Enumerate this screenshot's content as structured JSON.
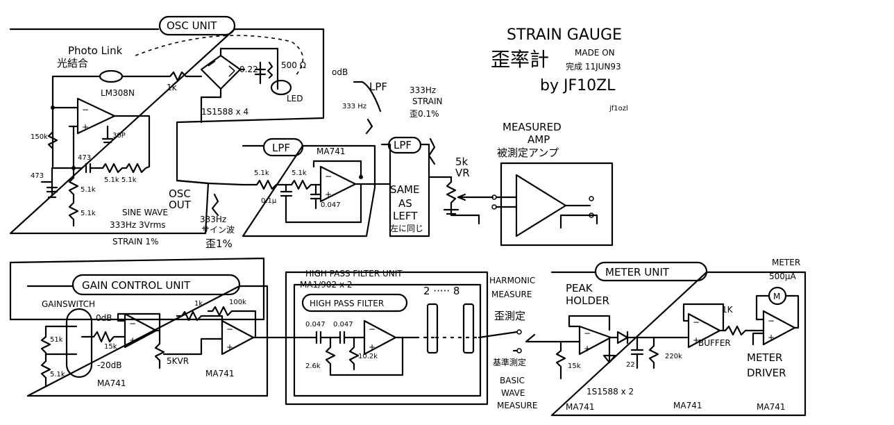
{
  "title": {
    "line1": "STRAIN GAUGE",
    "line2": "歪率計",
    "made_on": "MADE ON",
    "date": "完成 11JUN93",
    "author": "by JF10ZL",
    "credit": "jf1ozl"
  },
  "osc_unit": {
    "label": "OSC UNIT",
    "photo_link": "Photo Link",
    "photo_link_jp": "光結合",
    "opamp": "LM308N",
    "r_series": "1k",
    "bridge": "1S1588 x 4",
    "cap": "0.22",
    "pot": "500 Ω",
    "led": "LED",
    "r_feedback": "150k",
    "c_comp": "30P",
    "c1": "473",
    "c2": "473",
    "r_wien": "5.1k 5.1k",
    "r_div1": "5.1k",
    "r_div2": "5.1k",
    "out_label": "OSC OUT",
    "sine_wave": "SINE WAVE",
    "output_spec": "333Hz 3Vrms",
    "strain_spec": "STRAIN 1%"
  },
  "lpf_unit": {
    "label": "LPF",
    "opamp": "MA741",
    "r1": "5.1k",
    "r2": "5.1k",
    "c1": "0.1μ",
    "c2": "0.047",
    "input_note_1": "333Hz",
    "input_note_2": "サイン波",
    "input_note_3": "歪1%",
    "response_odb": "odB",
    "response_lpf": "LPF",
    "response_freq": "333 Hz",
    "strain_freq": "333Hz",
    "strain_label": "STRAIN",
    "strain_value": "歪0.1%"
  },
  "lpf2": {
    "label": "LPF",
    "same": "SAME",
    "as": "AS",
    "left": "LEFT",
    "left_jp": "左に同じ"
  },
  "vr": {
    "value": "5k",
    "unit": "VR"
  },
  "measured_amp": {
    "line1": "MEASURED",
    "line2": "AMP",
    "line3": "被測定アンプ"
  },
  "gain_control": {
    "label": "GAIN CONTROL UNIT",
    "switch_label": "GAINSWITCH",
    "pos_0db": "0dB",
    "pos_m20db": "-20dB",
    "r_top": "51k",
    "r_bot": "5.1k",
    "r_in": "15k",
    "pot": "5KVR",
    "r_fb1": "1k",
    "r_fb2": "100k",
    "opamp1": "MA741",
    "opamp2": "MA741"
  },
  "hpf_unit": {
    "label": "HIGH PASS FILTER UNIT",
    "opamp": "MA1/902 x 2",
    "inner_label": "HIGH PASS FILTER",
    "c1": "0.047",
    "c2": "0.047",
    "r1": "2.6k",
    "r2": "10.2k",
    "stage_range": "2 ····· 8"
  },
  "switch_labels": {
    "harmonic_1": "HARMONIC",
    "harmonic_2": "MEASURE",
    "harmonic_jp": "歪測定",
    "basic_jp": "基準測定",
    "basic_1": "BASIC",
    "basic_2": "WAVE",
    "basic_3": "MEASURE"
  },
  "meter_unit": {
    "label": "METER UNIT",
    "peak_1": "PEAK",
    "peak_2": "HOLDER",
    "r_in": "15k",
    "diodes": "1S1588 x 2",
    "c_hold": "22",
    "r_bleed": "220k",
    "r_buf": "1K",
    "buffer": "BUFFER",
    "meter_1": "METER",
    "meter_2": "500μA",
    "meter_symbol": "M",
    "driver_1": "METER",
    "driver_2": "DRIVER",
    "opamp1": "MA741",
    "opamp2": "MA741",
    "opamp3": "MA741"
  }
}
